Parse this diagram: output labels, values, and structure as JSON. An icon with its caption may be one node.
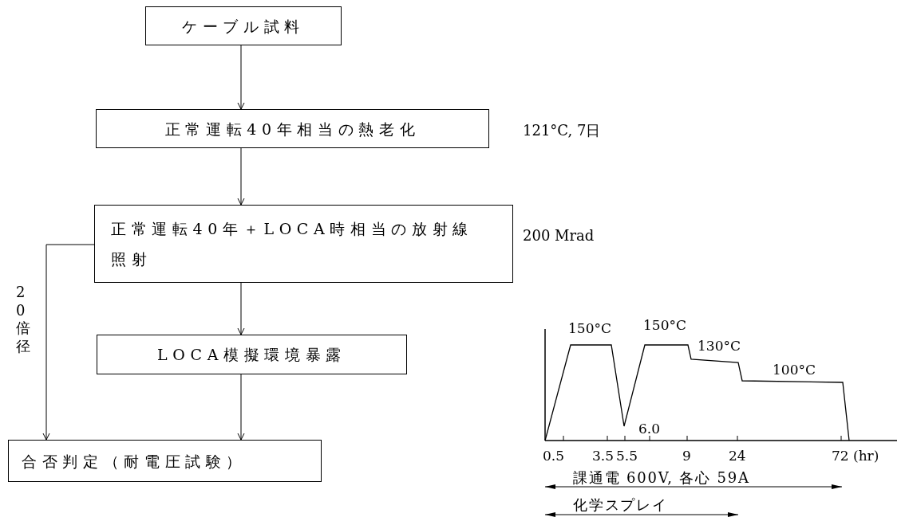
{
  "diagram": {
    "nodes": [
      {
        "text": [
          "ケーブル試料"
        ]
      },
      {
        "text": [
          "正常運転40年相当の熱老化"
        ],
        "beside": [
          "121°C, 7日"
        ]
      },
      {
        "text": [
          "正常運転40年＋LOCA時相当の放射線照射"
        ],
        "beside": [
          "200 Mrad"
        ]
      },
      {
        "text": [
          "LOCA模擬環境暴露"
        ]
      },
      {
        "text": [
          "合否判定（耐電圧試験）"
        ]
      }
    ],
    "edges": [
      {
        "from": 0,
        "to": 1,
        "arrow": "to"
      },
      {
        "from": 1,
        "to": 2,
        "arrow": "to"
      },
      {
        "from": 2,
        "to": 3,
        "arrow": "to"
      },
      {
        "from": 3,
        "to": 4,
        "arrow": "to"
      },
      {
        "from": 2,
        "to": 4,
        "arrow": "to",
        "label": "20倍径"
      }
    ],
    "labels": [
      "150°C",
      "150°C",
      "130°C",
      "100°C",
      "6.0",
      "0.5",
      "3.5",
      "5.5",
      "9",
      "24",
      "72 (hr)",
      "課通電 600V, 各心 59A",
      "化学スプレイ"
    ]
  }
}
